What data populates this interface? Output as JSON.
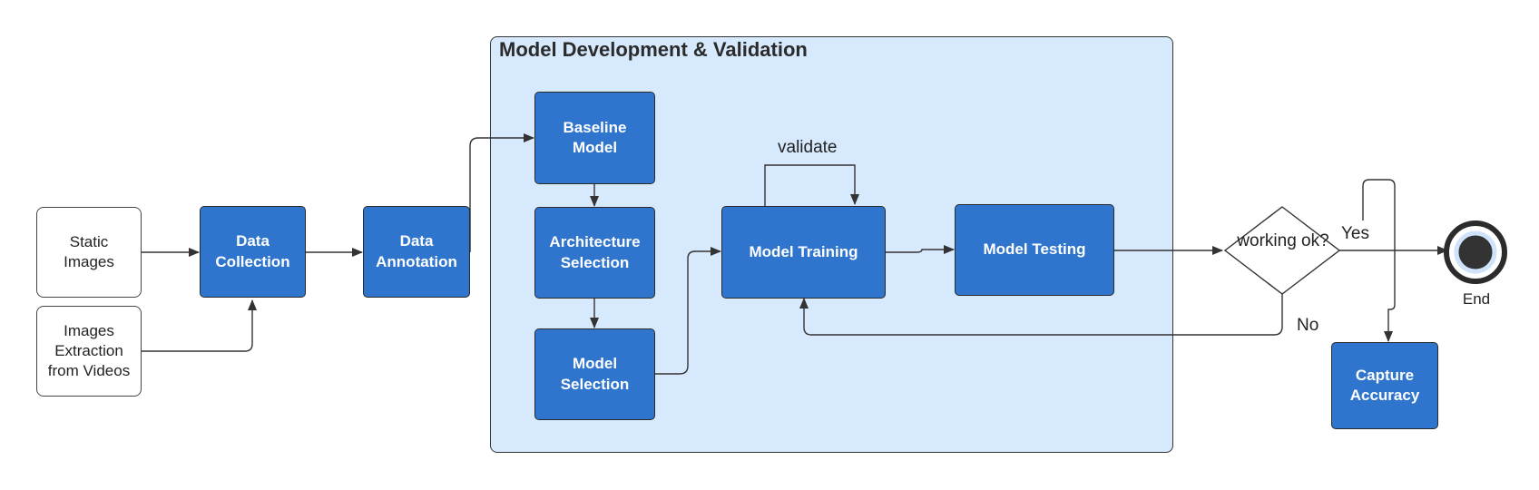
{
  "group": {
    "title": "Model Development & Validation"
  },
  "nodes": {
    "static_images": "Static Images",
    "images_extraction": "Images Extraction from Videos",
    "data_collection": "Data Collection",
    "data_annotation": "Data Annotation",
    "baseline_model": "Baseline Model",
    "architecture_selection": "Architecture Selection",
    "model_selection": "Model Selection",
    "model_training": "Model Training",
    "model_testing": "Model Testing",
    "decision": "working ok?",
    "capture_accuracy": "Capture Accuracy",
    "end": "End"
  },
  "edge_labels": {
    "validate": "validate",
    "yes": "Yes",
    "no": "No"
  },
  "colors": {
    "node_fill": "#3075cd",
    "group_fill": "#d6e9fd",
    "line": "#333333"
  }
}
